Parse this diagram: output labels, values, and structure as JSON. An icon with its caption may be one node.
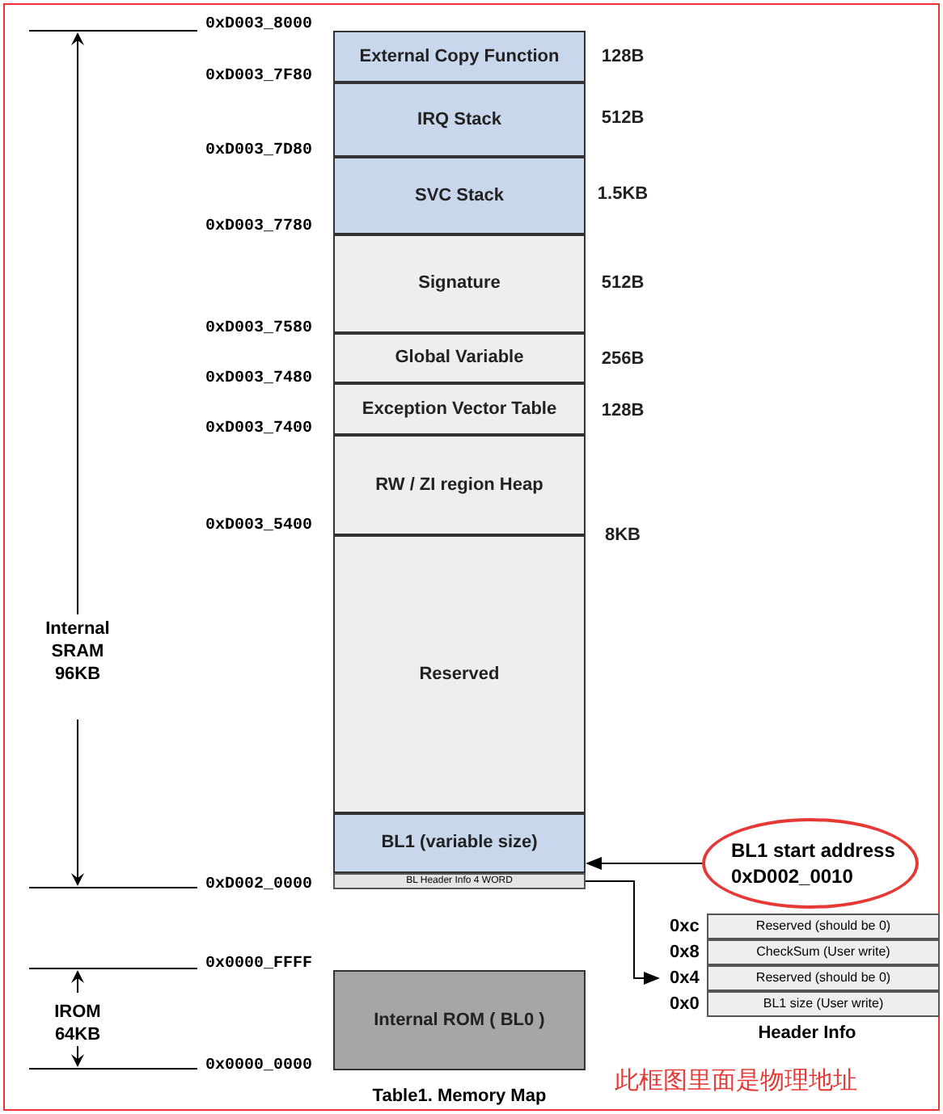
{
  "diagram": {
    "caption": "Table1. Memory Map",
    "nodes": [
      {
        "text": [
          "External Copy Function"
        ],
        "beside": [
          "128B"
        ]
      },
      {
        "text": [
          "IRQ Stack"
        ],
        "beside": [
          "512B"
        ]
      },
      {
        "text": [
          "SVC Stack"
        ],
        "beside": [
          "1.5KB"
        ]
      },
      {
        "text": [
          "Signature"
        ],
        "beside": [
          "512B"
        ]
      },
      {
        "text": [
          "Global Variable"
        ],
        "beside": [
          "256B"
        ]
      },
      {
        "text": [
          "Exception Vector Table"
        ],
        "beside": [
          "128B"
        ]
      },
      {
        "text": [
          "RW / ZI region Heap"
        ],
        "beside": [
          "8KB"
        ]
      },
      {
        "text": [
          "Reserved"
        ]
      },
      {
        "text": [
          "BL1 (variable size)"
        ]
      },
      {
        "text": [
          "BL Header Info 4 WORD"
        ]
      },
      {
        "text": [
          "BL1 start address 0xD002_0010"
        ]
      },
      {
        "text": [
          "Reserved (should be 0)"
        ],
        "beside": [
          "0xc"
        ]
      },
      {
        "text": [
          "CheckSum (User write)"
        ],
        "beside": [
          "0x8"
        ]
      },
      {
        "text": [
          "Reserved (should be 0)"
        ],
        "beside": [
          "0x4"
        ]
      },
      {
        "text": [
          "BL1 size (User write)"
        ],
        "beside": [
          "0x0"
        ]
      },
      {
        "text": [
          "Internal ROM ( BL0 )"
        ]
      }
    ],
    "edges": [
      {
        "from": 10,
        "to": 8,
        "arrow": "to"
      },
      {
        "from": 9,
        "to": 13,
        "arrow": "to"
      }
    ],
    "labels": [
      "0xD003_8000",
      "0xD003_7F80",
      "0xD003_7D80",
      "0xD003_7780",
      "0xD003_7580",
      "0xD003_7480",
      "0xD003_7400",
      "0xD003_5400",
      "Internal SRAM 96KB",
      "0xD002_0000",
      "0x0000_FFFF",
      "IROM 64KB",
      "Header Info",
      "0x0000_0000",
      "此框图里面是物理地址"
    ]
  }
}
